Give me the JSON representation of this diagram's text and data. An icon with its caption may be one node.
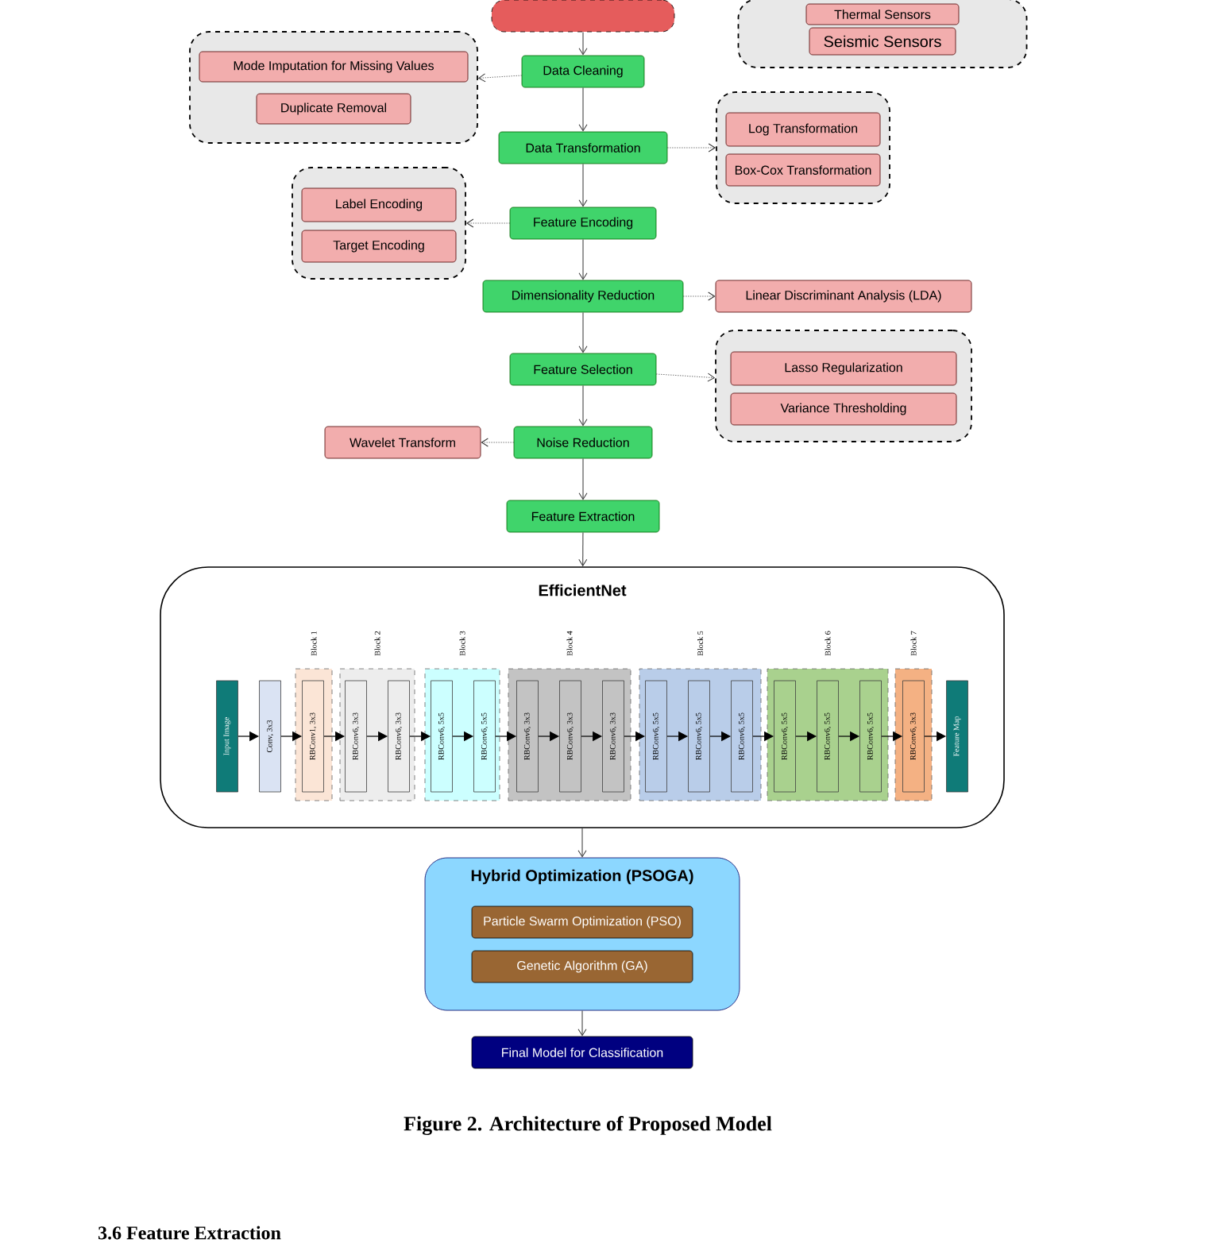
{
  "diagram": {
    "caption": "Figure 2. Architecture of Proposed Model",
    "nodes": [
      {
        "text": [],
        "shape": "box"
      },
      {
        "text": [],
        "shape": "box"
      },
      {
        "text": [
          "Thermal Sensors"
        ],
        "in": 1
      },
      {
        "text": [
          "Seismic Sensors"
        ],
        "in": 1
      },
      {
        "text": [
          "Data Cleaning"
        ]
      },
      {
        "text": [],
        "shape": "box"
      },
      {
        "text": [
          "Mode Imputation for Missing Values"
        ],
        "in": 5
      },
      {
        "text": [
          "Duplicate Removal"
        ],
        "in": 5
      },
      {
        "text": [
          "Data Transformation"
        ]
      },
      {
        "text": [],
        "shape": "box"
      },
      {
        "text": [
          "Log Transformation"
        ],
        "in": 9
      },
      {
        "text": [
          "Box-Cox Transformation"
        ],
        "in": 9
      },
      {
        "text": [
          "Feature Encoding"
        ]
      },
      {
        "text": [],
        "shape": "box"
      },
      {
        "text": [
          "Label Encoding"
        ],
        "in": 13
      },
      {
        "text": [
          "Target Encoding"
        ],
        "in": 13
      },
      {
        "text": [
          "Dimensionality Reduction"
        ]
      },
      {
        "text": [
          "Linear Discriminant Analysis (LDA)"
        ]
      },
      {
        "text": [
          "Feature Selection"
        ]
      },
      {
        "text": [],
        "shape": "box"
      },
      {
        "text": [
          "Lasso Regularization"
        ],
        "in": 19
      },
      {
        "text": [
          "Variance Thresholding"
        ],
        "in": 19
      },
      {
        "text": [
          "Noise Reduction"
        ]
      },
      {
        "text": [
          "Wavelet Transform"
        ]
      },
      {
        "text": [
          "Feature Extraction"
        ]
      },
      {
        "text": [
          "EfficientNet"
        ]
      },
      {
        "text": [
          "Input Image"
        ],
        "in": 25
      },
      {
        "text": [
          "Conv, 3x3"
        ],
        "in": 25
      },
      {
        "text": [
          "Block 1"
        ],
        "in": 25
      },
      {
        "text": [
          "RBConv1, 3x3"
        ],
        "in": 28
      },
      {
        "text": [
          "Block 2"
        ],
        "in": 25
      },
      {
        "text": [
          "RBConv6, 3x3"
        ],
        "in": 30
      },
      {
        "text": [
          "RBConv6, 3x3"
        ],
        "in": 30
      },
      {
        "text": [
          "Block 3"
        ],
        "in": 25
      },
      {
        "text": [
          "RBConv6, 5x5"
        ],
        "in": 33
      },
      {
        "text": [
          "RBConv6, 5x5"
        ],
        "in": 33
      },
      {
        "text": [
          "Block 4"
        ],
        "in": 25
      },
      {
        "text": [
          "RBConv6, 3x3"
        ],
        "in": 36
      },
      {
        "text": [
          "RBConv6, 3x3"
        ],
        "in": 36
      },
      {
        "text": [
          "RBConv6, 3x3"
        ],
        "in": 36
      },
      {
        "text": [
          "Block 5"
        ],
        "in": 25
      },
      {
        "text": [
          "RBConv6, 5x5"
        ],
        "in": 40
      },
      {
        "text": [
          "RBConv6, 5x5"
        ],
        "in": 40
      },
      {
        "text": [
          "RBConv6, 5x5"
        ],
        "in": 40
      },
      {
        "text": [
          "Block 6"
        ],
        "in": 25
      },
      {
        "text": [
          "RBConv6, 5x5"
        ],
        "in": 44
      },
      {
        "text": [
          "RBConv6, 5x5"
        ],
        "in": 44
      },
      {
        "text": [
          "RBConv6, 5x5"
        ],
        "in": 44
      },
      {
        "text": [
          "Block 7"
        ],
        "in": 25
      },
      {
        "text": [
          "RBConv6, 3x3"
        ],
        "in": 48
      },
      {
        "text": [
          "Feature Map"
        ],
        "in": 25
      },
      {
        "text": [
          "Hybrid Optimization (PSOGA)"
        ]
      },
      {
        "text": [
          "Particle Swarm Optimization (PSO)"
        ],
        "in": 51
      },
      {
        "text": [
          "Genetic Algorithm (GA)"
        ],
        "in": 51
      },
      {
        "text": [
          "Final Model for Classification"
        ]
      }
    ],
    "edges": [
      {
        "from": 0,
        "to": 4,
        "arrow": "to"
      },
      {
        "from": 4,
        "to": 8,
        "arrow": "to"
      },
      {
        "from": 8,
        "to": 12,
        "arrow": "to"
      },
      {
        "from": 12,
        "to": 16,
        "arrow": "to"
      },
      {
        "from": 16,
        "to": 18,
        "arrow": "to"
      },
      {
        "from": 18,
        "to": 22,
        "arrow": "to"
      },
      {
        "from": 22,
        "to": 24,
        "arrow": "to"
      },
      {
        "from": 24,
        "to": 25,
        "arrow": "to"
      },
      {
        "from": 25,
        "to": 51,
        "arrow": "to"
      },
      {
        "from": 51,
        "to": 54,
        "arrow": "to"
      },
      {
        "from": 4,
        "to": 5,
        "arrow": "to",
        "style": "dashed"
      },
      {
        "from": 8,
        "to": 9,
        "arrow": "to",
        "style": "dashed"
      },
      {
        "from": 12,
        "to": 13,
        "arrow": "to",
        "style": "dashed"
      },
      {
        "from": 16,
        "to": 17,
        "arrow": "to",
        "style": "dashed"
      },
      {
        "from": 18,
        "to": 19,
        "arrow": "to",
        "style": "dashed"
      },
      {
        "from": 22,
        "to": 23,
        "arrow": "to",
        "style": "dashed"
      },
      {
        "from": 26,
        "to": 27,
        "arrow": "to"
      },
      {
        "from": 27,
        "to": 29,
        "arrow": "to"
      },
      {
        "from": 29,
        "to": 31,
        "arrow": "to"
      },
      {
        "from": 31,
        "to": 32,
        "arrow": "to"
      },
      {
        "from": 32,
        "to": 34,
        "arrow": "to"
      },
      {
        "from": 34,
        "to": 35,
        "arrow": "to"
      },
      {
        "from": 35,
        "to": 37,
        "arrow": "to"
      },
      {
        "from": 37,
        "to": 38,
        "arrow": "to"
      },
      {
        "from": 38,
        "to": 39,
        "arrow": "to"
      },
      {
        "from": 39,
        "to": 41,
        "arrow": "to"
      },
      {
        "from": 41,
        "to": 42,
        "arrow": "to"
      },
      {
        "from": 42,
        "to": 43,
        "arrow": "to"
      },
      {
        "from": 43,
        "to": 45,
        "arrow": "to"
      },
      {
        "from": 45,
        "to": 46,
        "arrow": "to"
      },
      {
        "from": 46,
        "to": 47,
        "arrow": "to"
      },
      {
        "from": 47,
        "to": 49,
        "arrow": "to"
      },
      {
        "from": 49,
        "to": 50,
        "arrow": "to"
      }
    ],
    "labels": [
      "3.6 Feature Extraction"
    ]
  }
}
